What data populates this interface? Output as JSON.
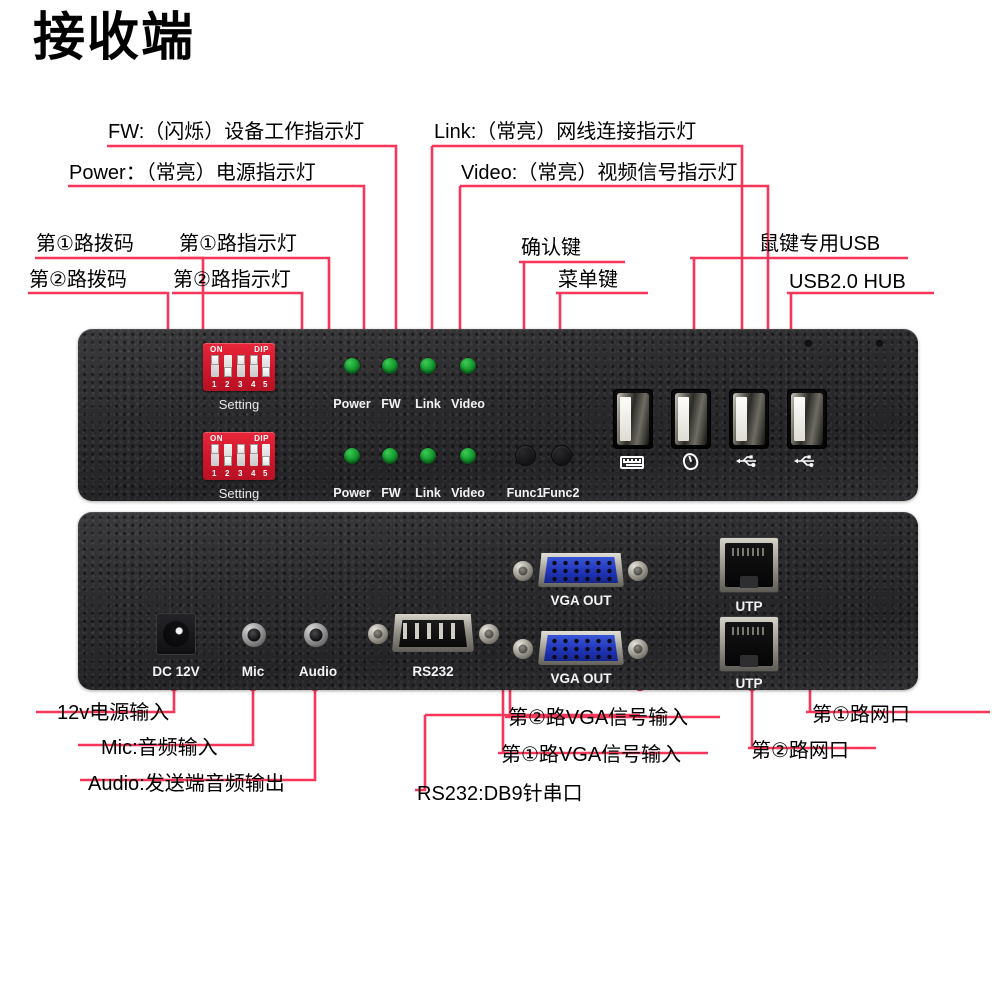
{
  "title": "接收端",
  "annotations": {
    "fw": "FW:（闪烁）设备工作指示灯",
    "power": "Power：（常亮）电源指示灯",
    "link": "Link:（常亮）网线连接指示灯",
    "video": "Video:（常亮）视频信号指示灯",
    "dip1": "第①路拨码",
    "dip2": "第②路拨码",
    "leds1": "第①路指示灯",
    "leds2": "第②路指示灯",
    "confirm_key": "确认键",
    "menu_key": "菜单键",
    "km_usb": "鼠键专用USB",
    "usb_hub": "USB2.0 HUB",
    "dc_in": "12v电源输入",
    "mic_in": "Mic:音频输入",
    "audio_out": "Audio:发送端音频输出",
    "rs232": "RS232:DB9针串口",
    "vga2_in": "第②路VGA信号输入",
    "vga1_in": "第①路VGA信号输入",
    "utp1": "第①路网口",
    "utp2": "第②路网口"
  },
  "front_panel": {
    "dip_blocks": [
      {
        "on_label": "ON",
        "dip_label": "DIP",
        "numbers": [
          "1",
          "2",
          "3",
          "4",
          "5"
        ],
        "caption": "Setting"
      },
      {
        "on_label": "ON",
        "dip_label": "DIP",
        "numbers": [
          "1",
          "2",
          "3",
          "4",
          "5"
        ],
        "caption": "Setting"
      }
    ],
    "led_rows": [
      [
        "Power",
        "FW",
        "Link",
        "Video"
      ],
      [
        "Power",
        "FW",
        "Link",
        "Video"
      ]
    ],
    "buttons": [
      "Func1",
      "Func2"
    ],
    "usb_ports": [
      {
        "icon": "keyboard-icon"
      },
      {
        "icon": "mouse-icon"
      },
      {
        "icon": "usb-icon"
      },
      {
        "icon": "usb-icon"
      }
    ]
  },
  "rear_panel": {
    "dc_label": "DC 12V",
    "mic_label": "Mic",
    "audio_label": "Audio",
    "rs232_label": "RS232",
    "vga_labels": [
      "VGA OUT",
      "VGA OUT"
    ],
    "utp_labels": [
      "UTP",
      "UTP"
    ]
  },
  "colors": {
    "leader_line": "#F8365A",
    "panel": "#2c2c2e",
    "led_green": "#17a031",
    "dip_red": "#d0152a",
    "vga_blue": "#1f33b5"
  }
}
